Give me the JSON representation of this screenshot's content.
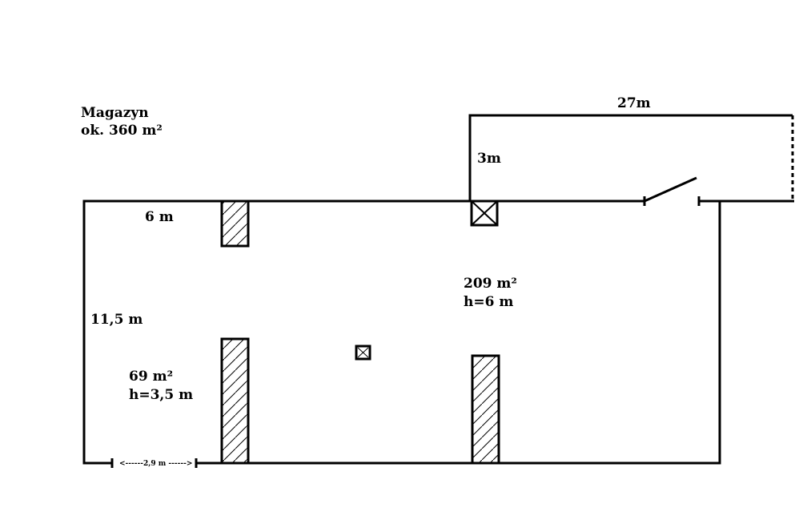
{
  "title": {
    "line1": "Magazyn",
    "line2": "ok. 360 m²"
  },
  "dimensions": {
    "top_width": "27m",
    "top_height": "3m",
    "left_width": "6 m",
    "left_height": "11,5 m",
    "door_gap": "<------2,9 m ------>"
  },
  "areas": {
    "main_area": "209 m²",
    "main_height": "h=6 m",
    "side_area": "69 m²",
    "side_height": "h=3,5 m"
  }
}
